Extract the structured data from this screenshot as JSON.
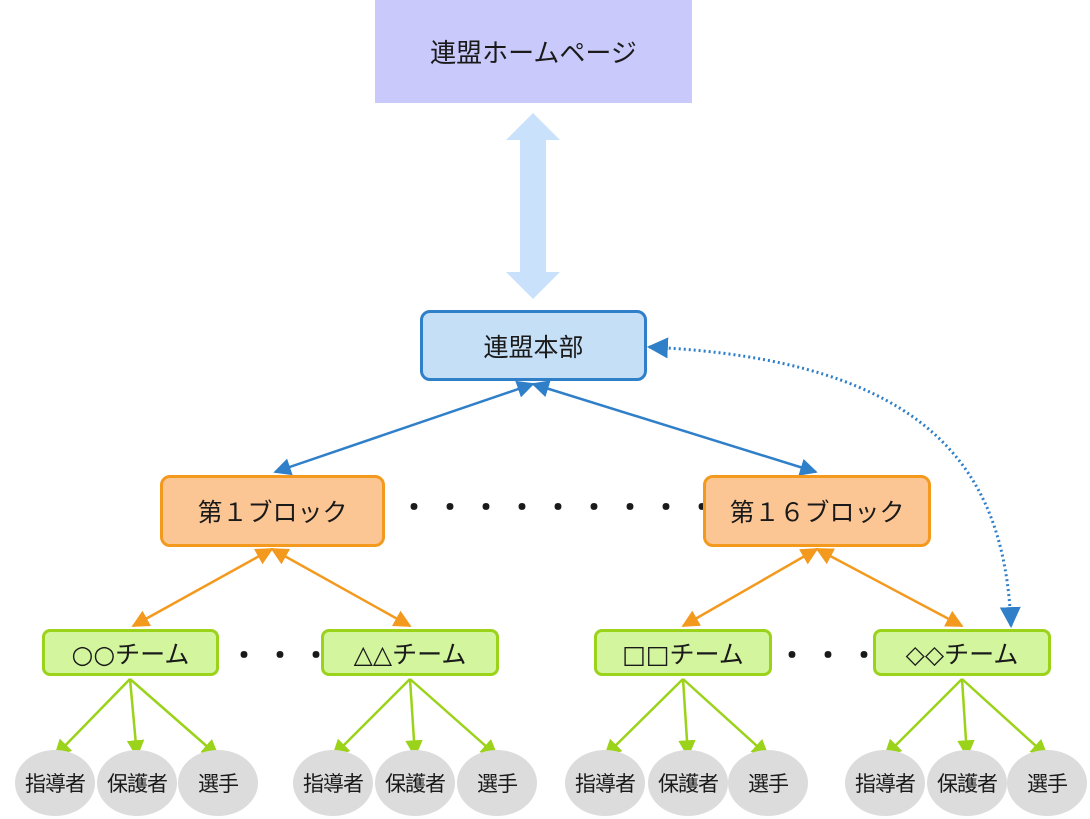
{
  "homepage": {
    "label": "連盟ホームページ"
  },
  "headquarters": {
    "label": "連盟本部"
  },
  "blocks": [
    {
      "label": "第１ブロック"
    },
    {
      "label": "第１６ブロック"
    }
  ],
  "block_ellipsis": "・・・・・・・・・・・・・・",
  "teams": [
    {
      "label": "○○チーム",
      "members": [
        "指導者",
        "保護者",
        "選手"
      ]
    },
    {
      "label": "△△チーム",
      "members": [
        "指導者",
        "保護者",
        "選手"
      ]
    },
    {
      "label": "□□チーム",
      "members": [
        "指導者",
        "保護者",
        "選手"
      ]
    },
    {
      "label": "◇◇チーム",
      "members": [
        "指導者",
        "保護者",
        "選手"
      ]
    }
  ],
  "team_ellipsis": "・・・・",
  "colors": {
    "homepage_fill": "#c9c9fb",
    "hq_fill": "#c5dff7",
    "hq_border": "#2f7fc9",
    "block_fill": "#fcc694",
    "block_border": "#f39a1e",
    "team_fill": "#d2f59e",
    "team_border": "#9bd21a",
    "member_fill": "#dcdcdc",
    "double_arrow": "#c9e1fa"
  }
}
